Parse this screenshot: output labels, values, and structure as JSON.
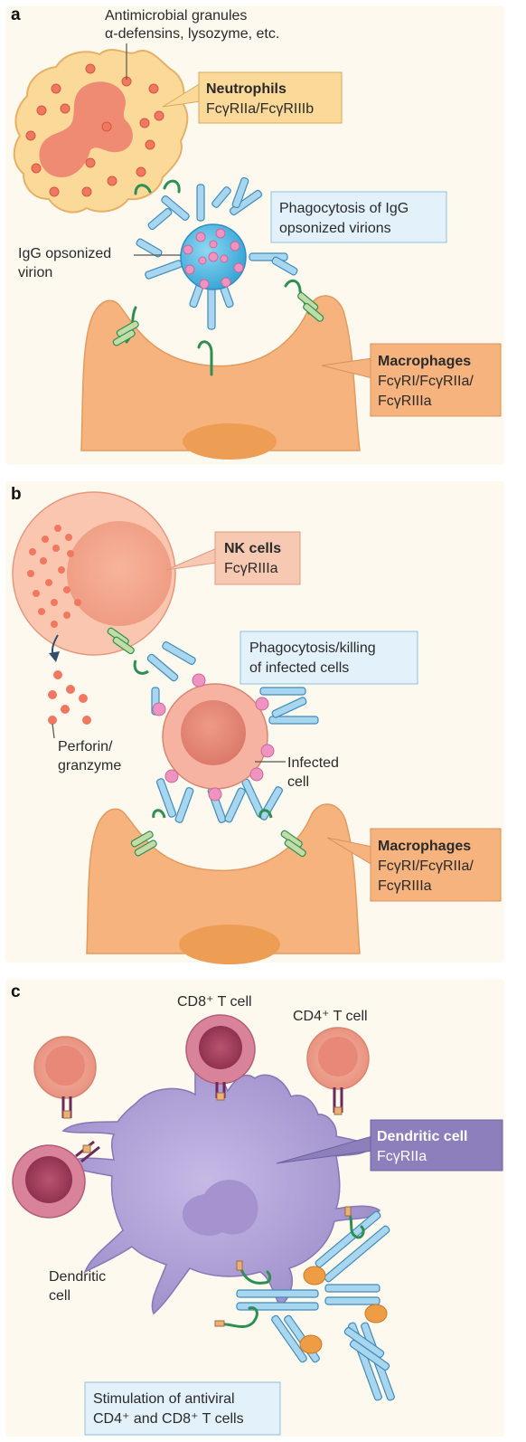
{
  "colors": {
    "panel_bg": "#fdf9ef",
    "neutrophil_fill": "#fbd999",
    "neutrophil_granule": "#f07860",
    "macrophage_fill": "#f6b37d",
    "nk_fill": "#f4a88f",
    "infected_fill": "#e88878",
    "virion_fill": "#5cc1e4",
    "antibody_blue": "#a9d6ef",
    "antibody_stroke": "#3f8cba",
    "receptor_green": "#2f8f53",
    "dc_fill": "#a99ad0",
    "tcell_fill": "#b14b6a",
    "callout_yellow": "#fbd999",
    "callout_blue": "#e3f1fa",
    "callout_salmon": "#f7c8b2",
    "callout_purple": "#8d7ebc",
    "antigen_orange": "#ef9d44",
    "pink_dot": "#ef93c0"
  },
  "panel_a": {
    "letter": "a",
    "granules_line1": "Antimicrobial granules",
    "granules_line2": "α-defensins, lysozyme, etc.",
    "neutrophils_title": "Neutrophils",
    "neutrophils_receptors": "FcγRIIa/FcγRIIIb",
    "phago_line1": "Phagocytosis of IgG",
    "phago_line2": "opsonized virions",
    "virion_line1": "IgG opsonized",
    "virion_line2": "virion",
    "macro_title": "Macrophages",
    "macro_line1": "FcγRI/FcγRIIa/",
    "macro_line2": "FcγRIIIa"
  },
  "panel_b": {
    "letter": "b",
    "nk_title": "NK cells",
    "nk_receptor": "FcγRIIIa",
    "phago_line1": "Phagocytosis/killing",
    "phago_line2": "of infected cells",
    "perforin_line1": "Perforin/",
    "perforin_line2": "granzyme",
    "infected_line1": "Infected",
    "infected_line2": "cell",
    "macro_title": "Macrophages",
    "macro_line1": "FcγRI/FcγRIIa/",
    "macro_line2": "FcγRIIIa"
  },
  "panel_c": {
    "letter": "c",
    "cd8_label": "CD8⁺ T cell",
    "cd4_label": "CD4⁺ T cell",
    "dc_title": "Dendritic cell",
    "dc_receptor": "FcγRIIa",
    "dendritic_line1": "Dendritic",
    "dendritic_line2": "cell",
    "stim_line1": "Stimulation of antiviral",
    "stim_line2": "CD4⁺ and CD8⁺ T cells"
  }
}
